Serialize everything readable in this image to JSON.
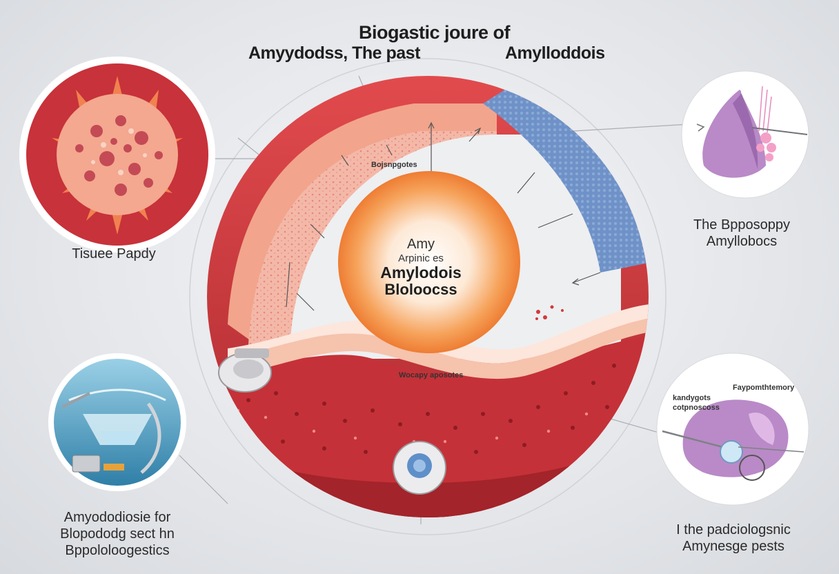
{
  "title": {
    "line1": "Biogastic joure of",
    "line2_left": "Amyydodss, The past",
    "line2_right": "Amylloddois"
  },
  "center": {
    "line1": "Amy",
    "line2": "Arpinic es",
    "line3": "Amylodois",
    "line4": "Bloloocss"
  },
  "small_labels": {
    "inner_top": "Bojsnpgotes",
    "lower_mid": "Wocapy aposotes"
  },
  "left_top": {
    "caption": "Tisuee Papdy"
  },
  "left_bottom": {
    "caption_lines": [
      "Amyododiosie for",
      "Blopododg sect hn",
      "Bppololoogestics"
    ]
  },
  "right_top": {
    "caption_lines": [
      "The Bpposoppy",
      "Amyllobocs"
    ]
  },
  "right_bottom": {
    "label_left_lines": [
      "kandygots",
      "cotpnoscoss"
    ],
    "label_right": "Faypomthtemory",
    "caption_lines": [
      "I the padciologsnic",
      "Amynesge pests"
    ]
  },
  "colors": {
    "background": "#e4e6ea",
    "tissue_red": "#c8323a",
    "dark_red": "#9c2228",
    "salmon": "#f2a58c",
    "orange_core": "#f28b3c",
    "blue_layer": "#6e92c8",
    "purple_organ": "#b98ac7",
    "teal_circle": "#3f8fb5"
  }
}
